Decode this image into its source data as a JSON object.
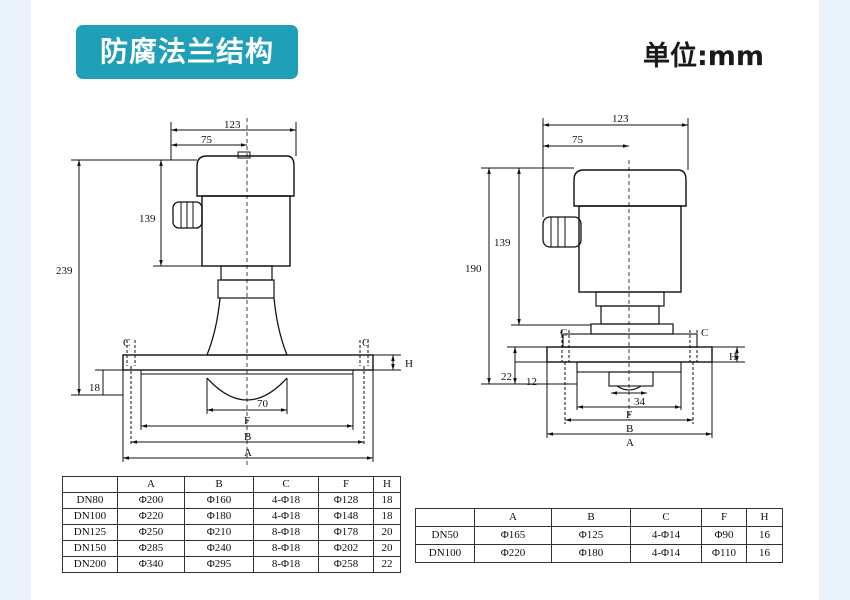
{
  "header": {
    "title": "防腐法兰结构",
    "unit": "单位:mm"
  },
  "left_drawing": {
    "dim_overall_width": "123",
    "dim_offset": "75",
    "dim_housing_height": "139",
    "dim_total_height": "239",
    "dim_flange_thickness": "18",
    "dim_horn": "70",
    "label_C_left": "C",
    "label_C_right": "C",
    "label_H": "H",
    "label_F": "F",
    "label_B": "B",
    "label_A": "A"
  },
  "right_drawing": {
    "dim_overall_width": "123",
    "dim_offset": "75",
    "dim_housing_height": "139",
    "dim_total_height": "190",
    "dim_lower": "22",
    "dim_flange": "12",
    "dim_antenna": "34",
    "label_C_left": "C",
    "label_C_right": "C",
    "label_H": "H",
    "label_F": "F",
    "label_B": "B",
    "label_A": "A"
  },
  "table_left": {
    "headers": [
      "",
      "A",
      "B",
      "C",
      "F",
      "H"
    ],
    "rows": [
      [
        "DN80",
        "Φ200",
        "Φ160",
        "4-Φ18",
        "Φ128",
        "18"
      ],
      [
        "DN100",
        "Φ220",
        "Φ180",
        "4-Φ18",
        "Φ148",
        "18"
      ],
      [
        "DN125",
        "Φ250",
        "Φ210",
        "8-Φ18",
        "Φ178",
        "20"
      ],
      [
        "DN150",
        "Φ285",
        "Φ240",
        "8-Φ18",
        "Φ202",
        "20"
      ],
      [
        "DN200",
        "Φ340",
        "Φ295",
        "8-Φ18",
        "Φ258",
        "22"
      ]
    ]
  },
  "table_right": {
    "headers": [
      "",
      "A",
      "B",
      "C",
      "F",
      "H"
    ],
    "rows": [
      [
        "DN50",
        "Φ165",
        "Φ125",
        "4-Φ14",
        "Φ90",
        "16"
      ],
      [
        "DN100",
        "Φ220",
        "Φ180",
        "4-Φ14",
        "Φ110",
        "16"
      ]
    ]
  }
}
